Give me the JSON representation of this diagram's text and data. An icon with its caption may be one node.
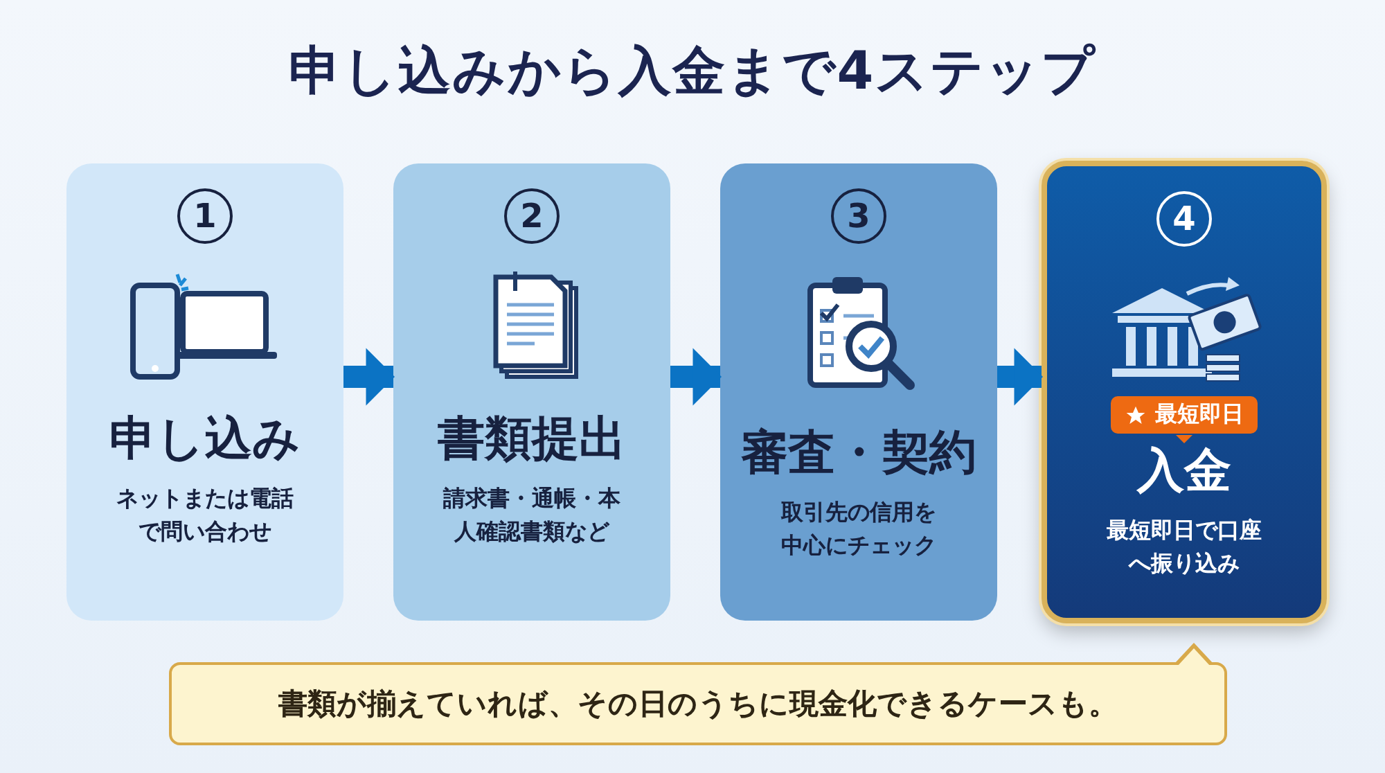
{
  "diagram": {
    "title": "申し込みから入金まで4ステップ",
    "nodes": [
      {
        "text": [
          "1",
          "申し込み",
          "ネットまたは電話で問い合わせ"
        ]
      },
      {
        "text": [
          "2",
          "書類提出",
          "請求書・通帳・本人確認書類など"
        ]
      },
      {
        "text": [
          "3",
          "審査・契約",
          "取引先の信用を中心にチェック"
        ]
      },
      {
        "text": [
          "4",
          "入金",
          "最短即日で口座へ振り込み"
        ]
      },
      {
        "text": [
          "最短即日"
        ],
        "in": 3
      },
      {
        "text": [
          "書類が揃えていれば、その日のうちに現金化できるケースも。"
        ]
      }
    ],
    "edges": [
      {
        "from": 0,
        "to": 1,
        "arrow": "to"
      },
      {
        "from": 1,
        "to": 2,
        "arrow": "to"
      },
      {
        "from": 2,
        "to": 3,
        "arrow": "to"
      }
    ]
  }
}
